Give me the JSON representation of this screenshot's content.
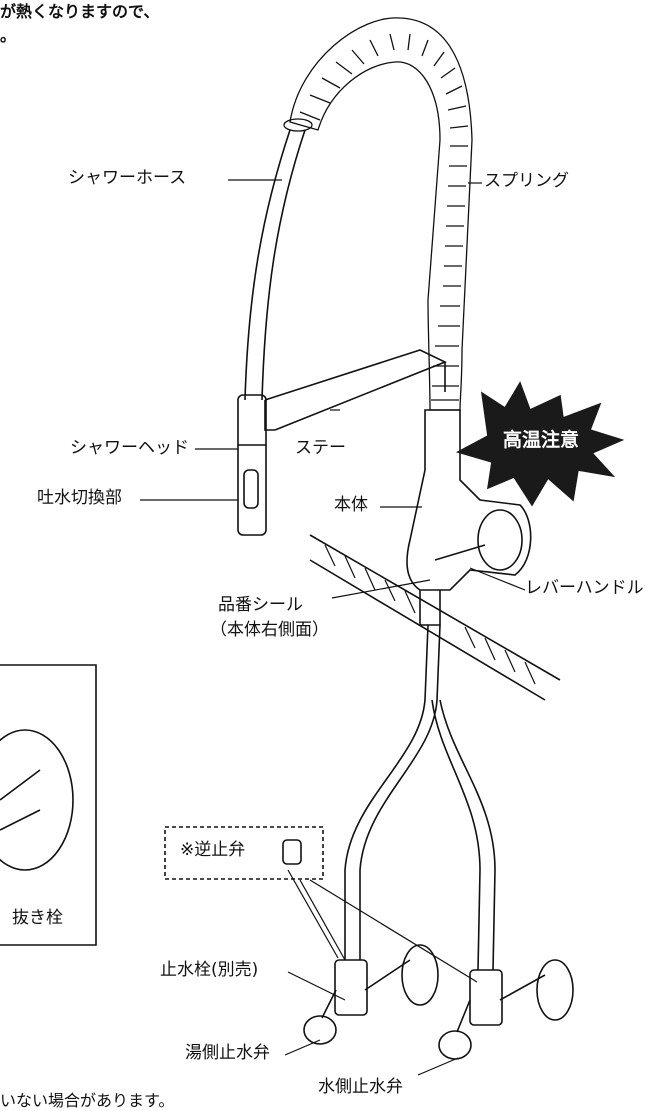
{
  "top_note": {
    "line1": "が熱くなりますので、",
    "line2": "。"
  },
  "labels": {
    "shower_hose": "シャワーホース",
    "spring": "スプリング",
    "shower_head": "シャワーヘッド",
    "stay": "ステー",
    "spout_switch": "吐水切換部",
    "body": "本体",
    "lever_handle": "レバーハンドル",
    "serial_seal_line1": "品番シール",
    "serial_seal_line2": "（本体右側面）",
    "check_valve": "※逆止弁",
    "stop_valve": "止水栓(別売)",
    "hot_valve": "湯側止水弁",
    "cold_valve": "水側止水弁",
    "drain_plug": "抜き栓",
    "bottom_note": "いない場合があります。"
  },
  "warning_badge": "高温注意",
  "colors": {
    "line": "#111111",
    "badge_bg": "#1a1a1a",
    "badge_text": "#ffffff"
  }
}
